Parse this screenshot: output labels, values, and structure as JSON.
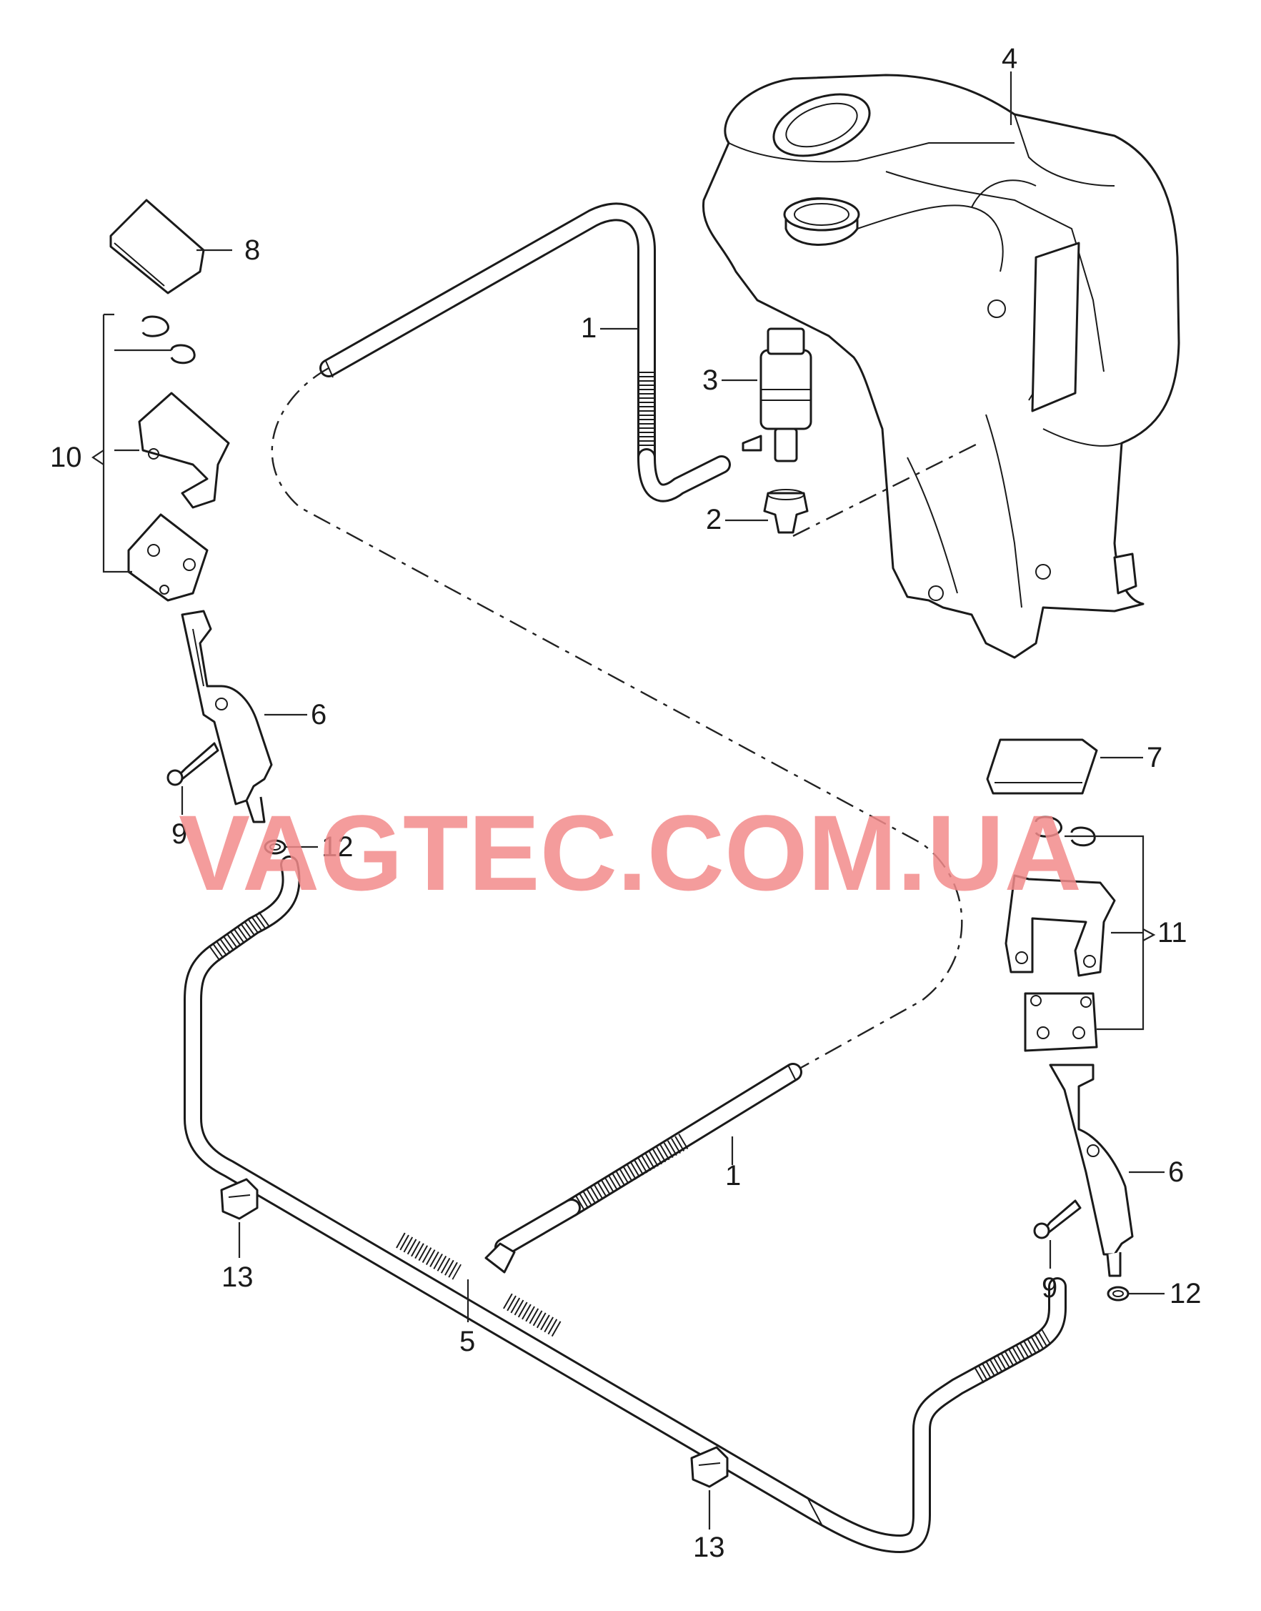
{
  "watermark": {
    "text": "VAGTEC.COM.UA",
    "color": "#f28b8b"
  },
  "callouts": [
    {
      "id": "c1a",
      "label": "1"
    },
    {
      "id": "c1b",
      "label": "1"
    },
    {
      "id": "c2",
      "label": "2"
    },
    {
      "id": "c3",
      "label": "3"
    },
    {
      "id": "c4",
      "label": "4"
    },
    {
      "id": "c5",
      "label": "5"
    },
    {
      "id": "c6a",
      "label": "6"
    },
    {
      "id": "c6b",
      "label": "6"
    },
    {
      "id": "c7",
      "label": "7"
    },
    {
      "id": "c8",
      "label": "8"
    },
    {
      "id": "c9a",
      "label": "9"
    },
    {
      "id": "c9b",
      "label": "9"
    },
    {
      "id": "c10",
      "label": "10"
    },
    {
      "id": "c11",
      "label": "11"
    },
    {
      "id": "c12a",
      "label": "12"
    },
    {
      "id": "c12b",
      "label": "12"
    },
    {
      "id": "c13a",
      "label": "13"
    },
    {
      "id": "c13b",
      "label": "13"
    }
  ]
}
